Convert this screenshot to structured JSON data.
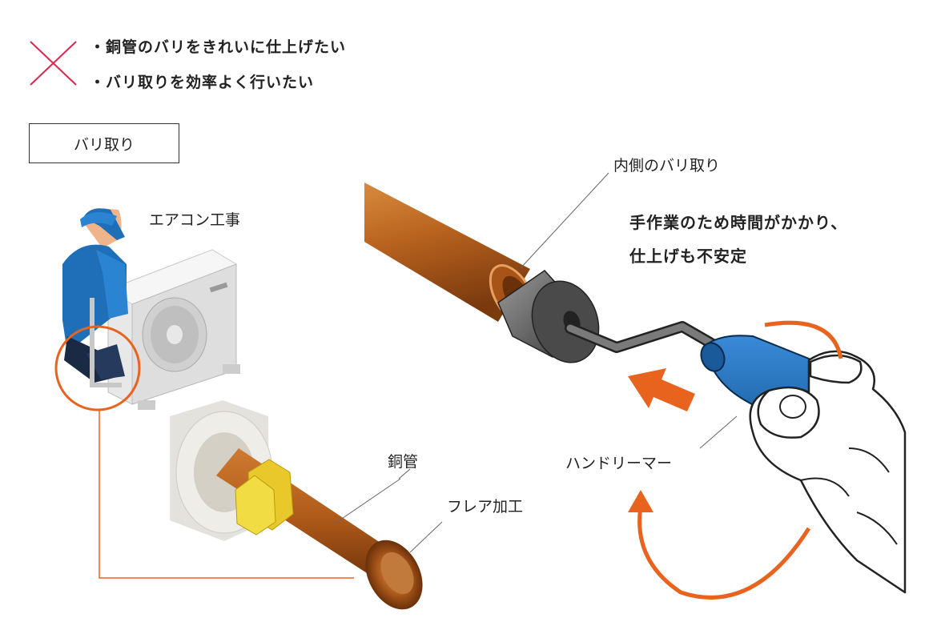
{
  "header": {
    "bullets": [
      "・銅管のバリをきれいに仕上げたい",
      "・バリ取りを効率よく行いたい"
    ],
    "cross_color": "#d62a4e"
  },
  "section_label": "バリ取り",
  "labels": {
    "aircon_work": "エアコン工事",
    "inner_deburr": "内側のバリ取り",
    "copper_pipe": "銅管",
    "flare": "フレア加工",
    "hand_reamer": "ハンドリーマー"
  },
  "note": {
    "line1": "手作業のため時間がかかり、",
    "line2": "仕上げも不安定"
  },
  "colors": {
    "copper": "#b8621e",
    "accent_orange": "#e8641e",
    "tool_blue": "#1e6fb8",
    "nut_yellow": "#e8c82a"
  }
}
